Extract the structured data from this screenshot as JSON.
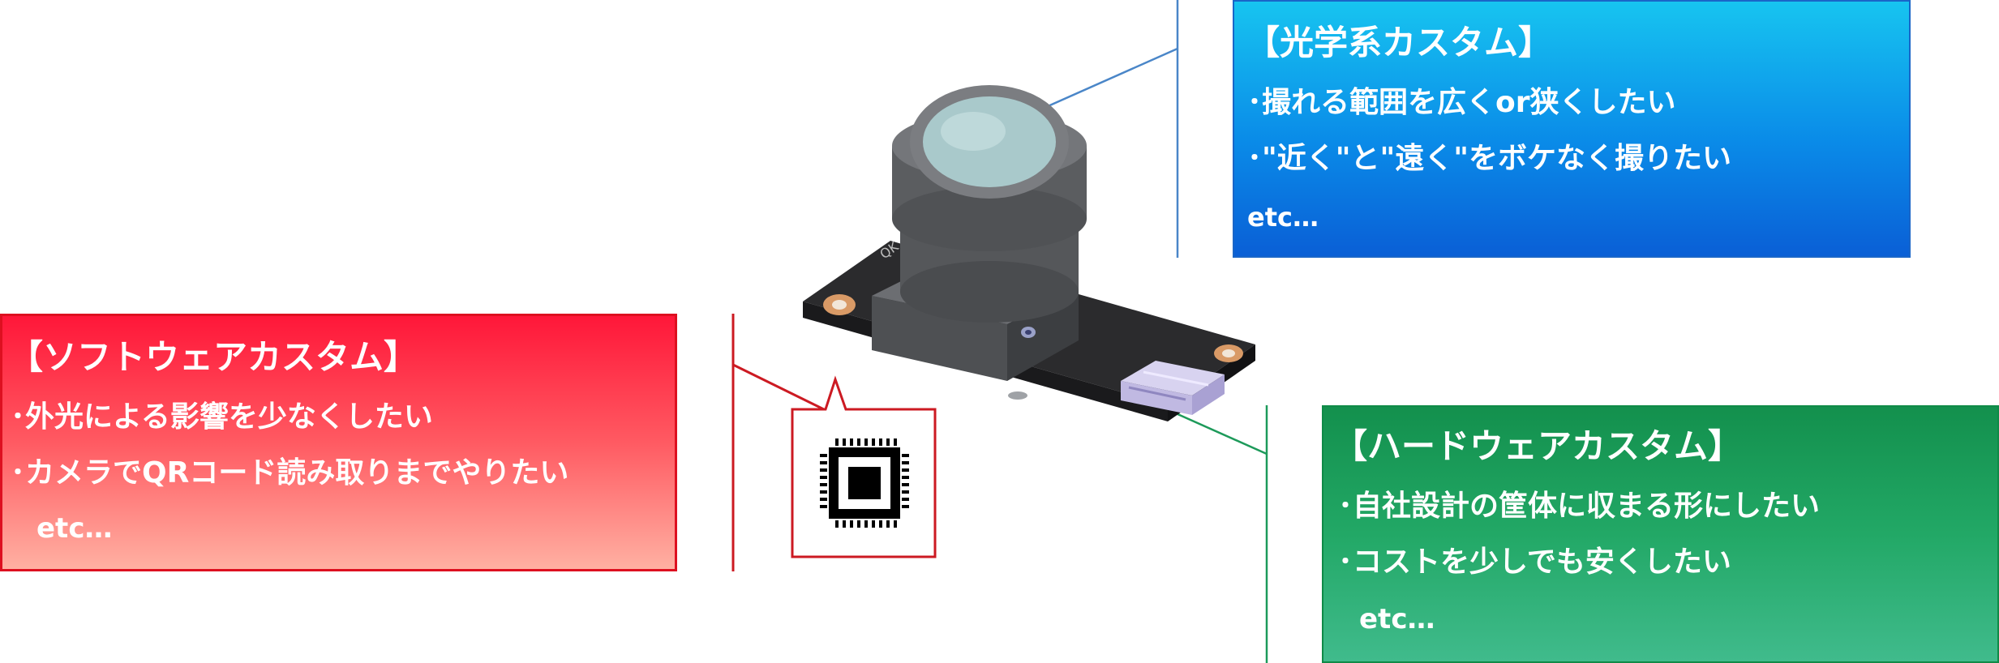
{
  "optical": {
    "title": "【光学系カスタム】",
    "line1": "･撮れる範囲を広くor狭くしたい",
    "line2": "･\"近く\"と\"遠く\"をボケなく撮りたい",
    "etc": "etc…"
  },
  "software": {
    "title": "【ソフトウェアカスタム】",
    "line1": "･外光による影響を少なくしたい",
    "line2": "･カメラでQRコード読み取りまでやりたい",
    "etc": "etc…"
  },
  "hardware": {
    "title": "【ハードウェアカスタム】",
    "line1": "･自社設計の筐体に収まる形にしたい",
    "line2": "･コストを少しでも安くしたい",
    "etc": "etc…"
  },
  "colors": {
    "optical_line": "#4a86c8",
    "software_line": "#cc1a22",
    "hardware_line": "#1d9a5a",
    "pcb": "#2b2b2d",
    "lens_body": "#5b5d60",
    "connector": "#c9c3e8"
  },
  "icons": [
    "camera-module-illustration",
    "chip-icon"
  ]
}
